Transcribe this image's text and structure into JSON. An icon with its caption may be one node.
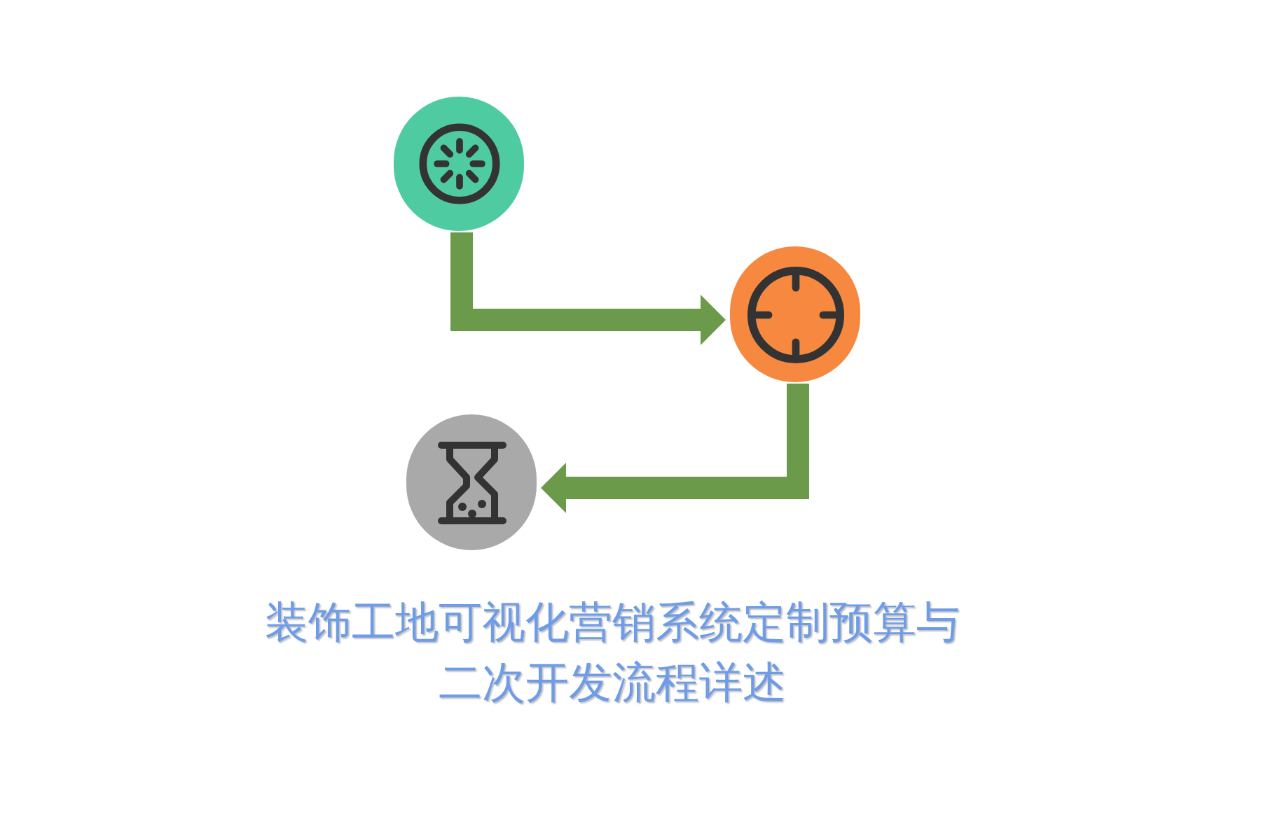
{
  "diagram": {
    "title": "装饰工地可视化营销系统定制预算与二次开发流程详述",
    "nodes": [
      {
        "text": [],
        "shape": "circle"
      },
      {
        "text": [],
        "shape": "circle"
      },
      {
        "text": [],
        "shape": "circle"
      }
    ],
    "edges": [
      {
        "from": 0,
        "to": 1,
        "arrow": "to"
      },
      {
        "from": 1,
        "to": 2,
        "arrow": "to"
      }
    ]
  }
}
